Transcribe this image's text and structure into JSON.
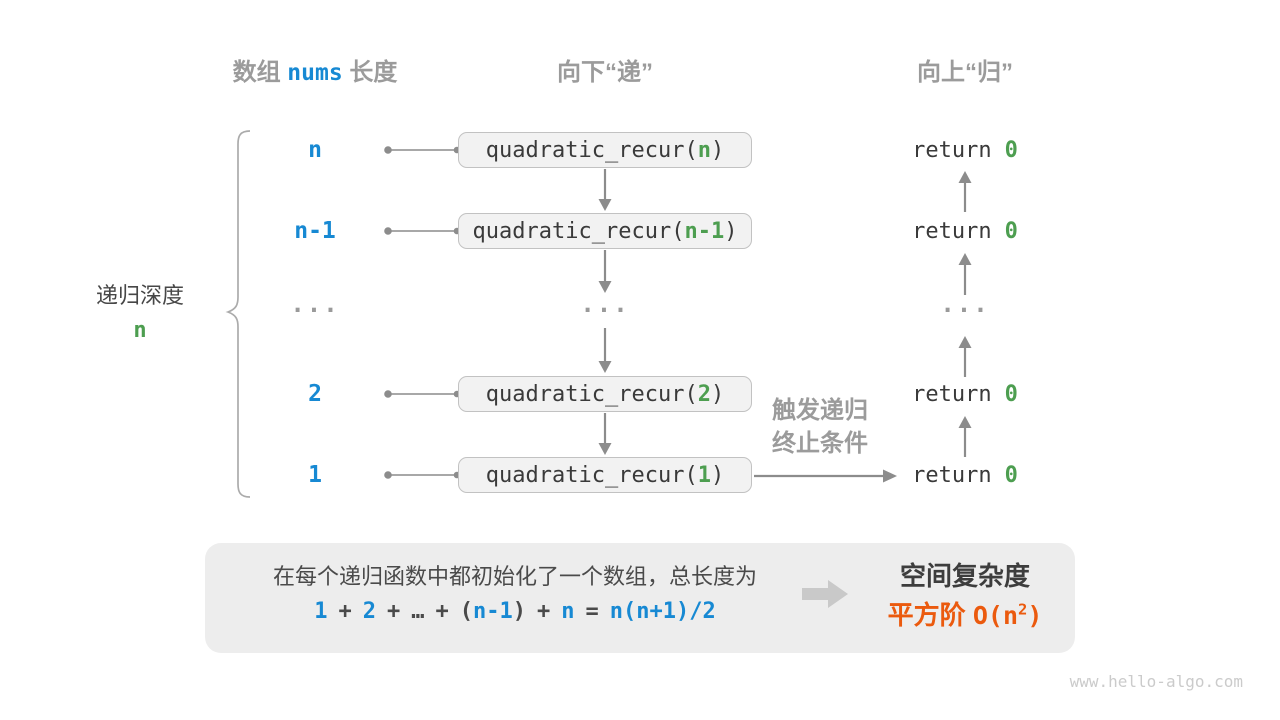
{
  "colors": {
    "blue": "#1789d3",
    "green": "#4d9e50",
    "orange": "#eb5a0e",
    "gray_label": "#9b9b9b",
    "dark_code": "#3a3a3a",
    "box_fill": "#f2f2f2",
    "panel_fill": "#ededed"
  },
  "headers": {
    "array_prefix": "数组",
    "array_code": "nums",
    "array_suffix": "长度",
    "down": "向下“递”",
    "up": "向上“归”"
  },
  "depth_label": {
    "text": "递归深度",
    "value": "n"
  },
  "ellipsis": "...",
  "rows": [
    {
      "depth": "n",
      "call_prefix": "quadratic_recur(",
      "arg": "n",
      "call_suffix": ")",
      "ret_keyword": "return",
      "ret_value": "0"
    },
    {
      "depth": "n-1",
      "call_prefix": "quadratic_recur(",
      "arg": "n-1",
      "call_suffix": ")",
      "ret_keyword": "return",
      "ret_value": "0"
    },
    {
      "depth": "2",
      "call_prefix": "quadratic_recur(",
      "arg": "2",
      "call_suffix": ")",
      "ret_keyword": "return",
      "ret_value": "0"
    },
    {
      "depth": "1",
      "call_prefix": "quadratic_recur(",
      "arg": "1",
      "call_suffix": ")",
      "ret_keyword": "return",
      "ret_value": "0"
    }
  ],
  "trigger": {
    "line1": "触发递归",
    "line2": "终止条件"
  },
  "summary": {
    "line1": "在每个递归函数中都初始化了一个数组，总长度为",
    "formula": [
      {
        "text": "1"
      },
      {
        "text": "+"
      },
      {
        "text": "2"
      },
      {
        "text": "+"
      },
      {
        "text": "…"
      },
      {
        "text": "+"
      },
      {
        "text": "("
      },
      {
        "text": "n-1"
      },
      {
        "text": ")"
      },
      {
        "text": "+"
      },
      {
        "text": "n"
      },
      {
        "text": "="
      },
      {
        "text": "n(n+1)/2"
      }
    ],
    "result_title": "空间复杂度",
    "result_label": "平方阶",
    "result_code_open": "O(n",
    "result_sup": "2",
    "result_code_close": ")"
  },
  "footer": "www.hello-algo.com"
}
